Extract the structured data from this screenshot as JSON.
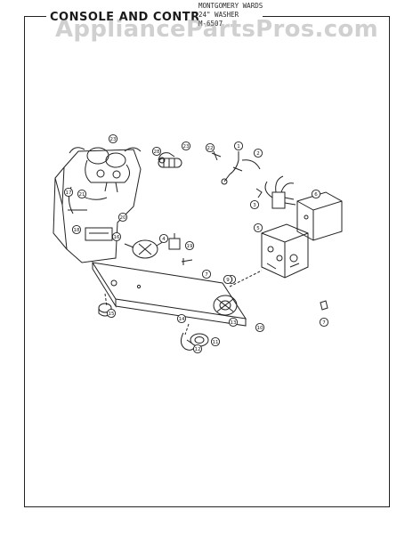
{
  "title": "CONSOLE AND CONTROLS",
  "subtitle_lines": [
    "MONTGOMERY WARDS",
    "24\" WASHER",
    "M-6507"
  ],
  "watermark": "AppliancePartsPros.com",
  "callouts": [
    {
      "id": "c23a",
      "label": "23"
    },
    {
      "id": "c28",
      "label": "28"
    },
    {
      "id": "c23b",
      "label": "23"
    },
    {
      "id": "c22",
      "label": "22"
    },
    {
      "id": "c1",
      "label": "1"
    },
    {
      "id": "c2",
      "label": "2"
    },
    {
      "id": "c3",
      "label": "3"
    },
    {
      "id": "c21",
      "label": "21"
    },
    {
      "id": "c17",
      "label": "17"
    },
    {
      "id": "c20",
      "label": "20"
    },
    {
      "id": "c18",
      "label": "18"
    },
    {
      "id": "c16",
      "label": "16"
    },
    {
      "id": "c4",
      "label": "4"
    },
    {
      "id": "c5",
      "label": "5"
    },
    {
      "id": "c6",
      "label": "6"
    },
    {
      "id": "c19",
      "label": "19"
    },
    {
      "id": "c7a",
      "label": "7"
    },
    {
      "id": "c8",
      "label": "8"
    },
    {
      "id": "c15",
      "label": "15"
    },
    {
      "id": "c14",
      "label": "14"
    },
    {
      "id": "c12",
      "label": "12"
    },
    {
      "id": "c11",
      "label": "11"
    },
    {
      "id": "c13",
      "label": "13"
    },
    {
      "id": "c10",
      "label": "10"
    },
    {
      "id": "c9",
      "label": "9"
    },
    {
      "id": "c7b",
      "label": "7"
    }
  ]
}
